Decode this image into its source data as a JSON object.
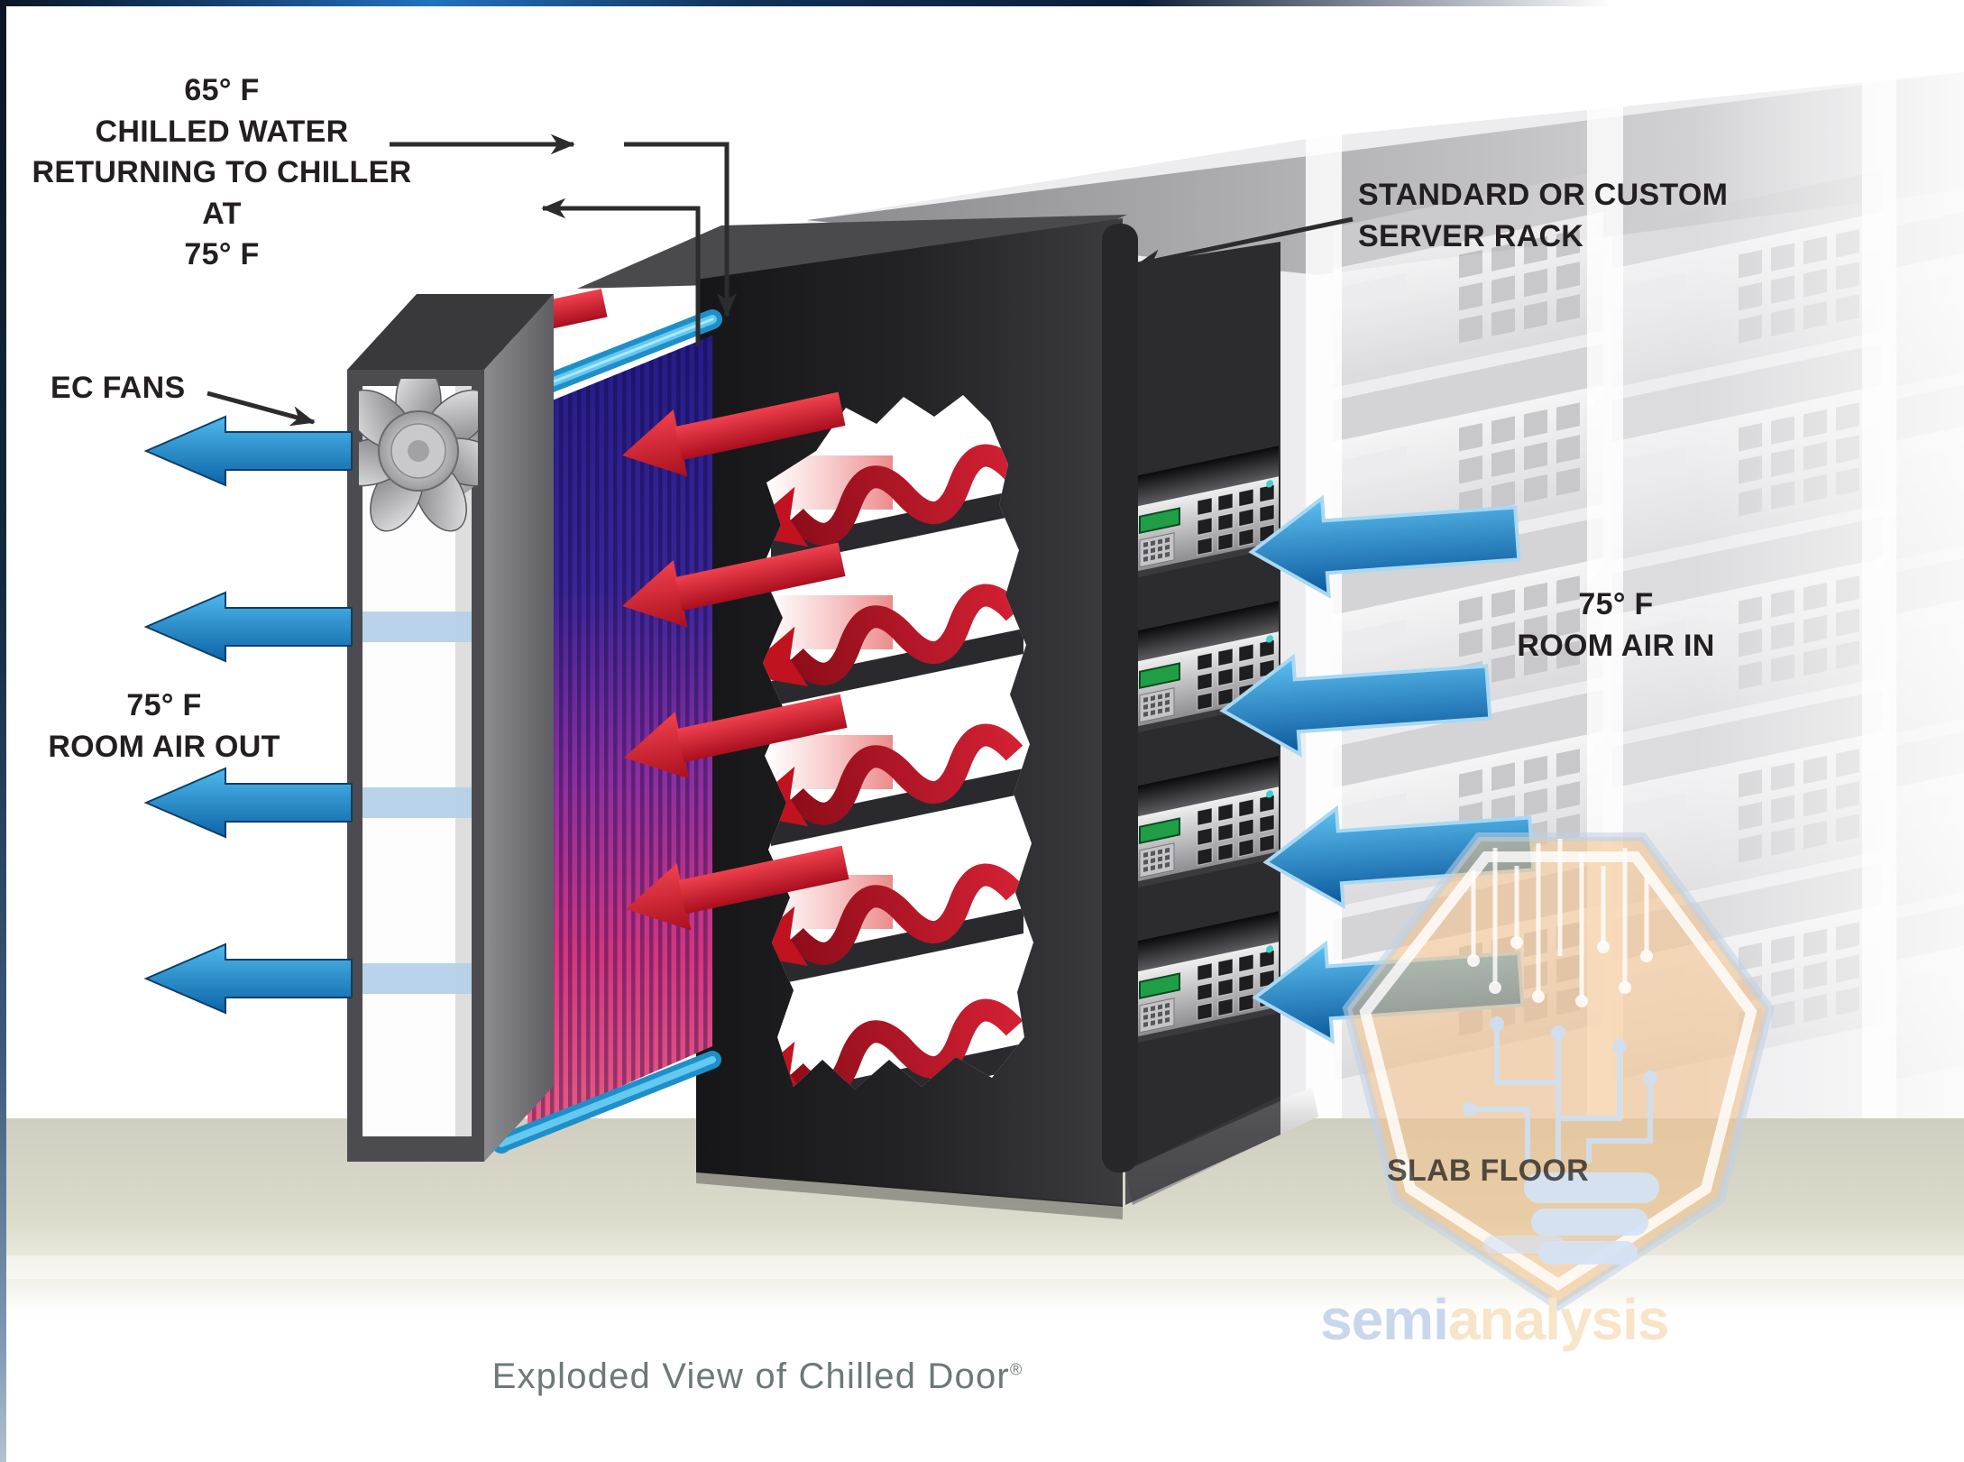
{
  "labels": {
    "chilled_water": {
      "line1": "65° F",
      "line2": "CHILLED WATER",
      "line3": "RETURNING TO CHILLER AT",
      "line4": "75° F"
    },
    "ec_fans": "EC FANS",
    "room_air_out": {
      "line1": "75° F",
      "line2": "ROOM AIR OUT"
    },
    "server_rack": {
      "line1": "STANDARD OR CUSTOM",
      "line2": "SERVER RACK"
    },
    "room_air_in": {
      "line1": "75° F",
      "line2": "ROOM AIR IN"
    },
    "slab_floor": "SLAB FLOOR"
  },
  "caption": {
    "text": "Exploded View of Chilled Door",
    "registered_mark": "®"
  },
  "watermark": {
    "part1": "semi",
    "part2": "analysis"
  },
  "colors": {
    "cold_air_blue": "#1a78bd",
    "chilled_water_cyan": "#29abe2",
    "hot_air_red": "#e02a3e",
    "coil_cold_indigo": "#2a2090",
    "coil_warm_pink": "#e0457c",
    "floor_beige": "#d5d3c0",
    "label_text": "#231f20",
    "caption_gray": "#6e7878",
    "watermark_semi_blue": "#c9d7ec",
    "watermark_analysis_orange": "#f8e4c8"
  }
}
